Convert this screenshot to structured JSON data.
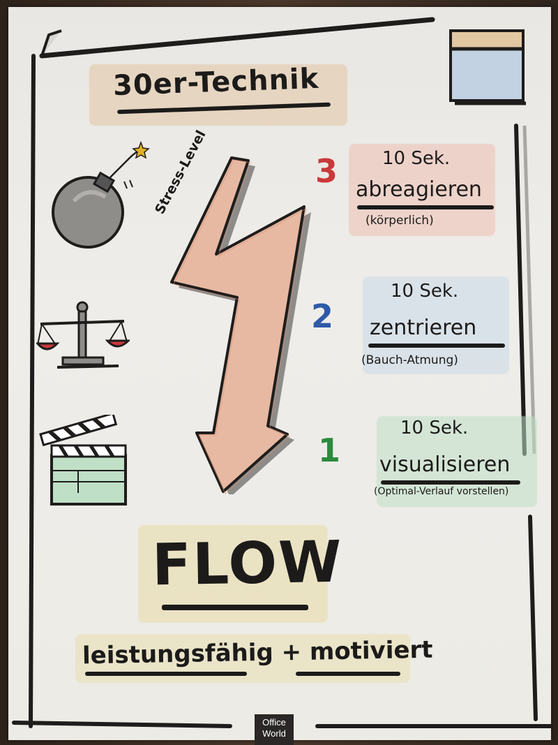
{
  "title": "30er-Technik",
  "axis_label": "Stress-Level",
  "steps": [
    {
      "number": "3",
      "duration": "10 Sek.",
      "action": "abreagieren",
      "detail": "(körperlich)"
    },
    {
      "number": "2",
      "duration": "10 Sek.",
      "action": "zentrieren",
      "detail": "(Bauch-Atmung)"
    },
    {
      "number": "1",
      "duration": "10 Sek.",
      "action": "visualisieren",
      "detail": "(Optimal-Verlauf vorstellen)"
    }
  ],
  "result": "FLOW",
  "claim": "leistungsfähig + motiviert",
  "logo": {
    "line1": "Office",
    "line2": "World"
  },
  "colors": {
    "step3": "#c9393a",
    "step2": "#2f5aa8",
    "step1": "#2c8a3e",
    "bolt_fill": "#e9b9a0",
    "highlight_orange": "#e8c9a6",
    "highlight_red": "#efc2b8",
    "highlight_blue": "#c7d9ea",
    "highlight_green": "#bfe0c6",
    "highlight_yellow": "#e9dfa7"
  },
  "icons": [
    "bomb-icon",
    "scales-icon",
    "clapperboard-icon",
    "notepad-icon",
    "lightning-bolt-arrow-icon"
  ]
}
